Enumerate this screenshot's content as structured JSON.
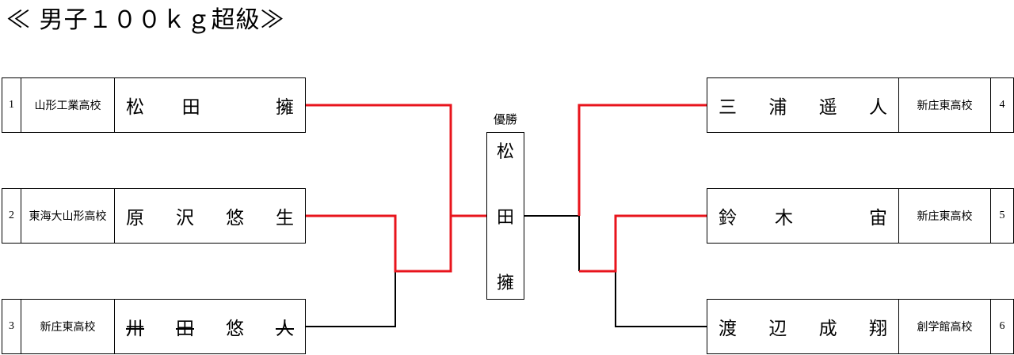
{
  "title": "≪ 男子１００ｋｇ超級≫",
  "winner": {
    "label": "優勝",
    "name_chars": [
      "松",
      "田",
      "擁"
    ]
  },
  "left_entries": [
    {
      "seed": "1",
      "school": "山形工業高校",
      "name_chars": [
        "松",
        "田",
        "擁"
      ],
      "struck": false
    },
    {
      "seed": "2",
      "school": "東海大山形高校",
      "name_chars": [
        "原",
        "沢",
        "悠",
        "生"
      ],
      "struck": false
    },
    {
      "seed": "3",
      "school": "新庄東高校",
      "name_chars": [
        "卅",
        "田",
        "悠",
        "人"
      ],
      "struck": true
    }
  ],
  "right_entries": [
    {
      "seed": "4",
      "school": "新庄東高校",
      "name_chars": [
        "三",
        "浦",
        "遥",
        "人"
      ],
      "struck": false
    },
    {
      "seed": "5",
      "school": "新庄東高校",
      "name_chars": [
        "鈴",
        "木",
        "宙"
      ],
      "struck": false
    },
    {
      "seed": "6",
      "school": "創学館高校",
      "name_chars": [
        "渡",
        "辺",
        "成",
        "翔"
      ],
      "struck": false
    }
  ],
  "colors": {
    "winning_path": "#e8141c",
    "losing_path": "#000000"
  }
}
